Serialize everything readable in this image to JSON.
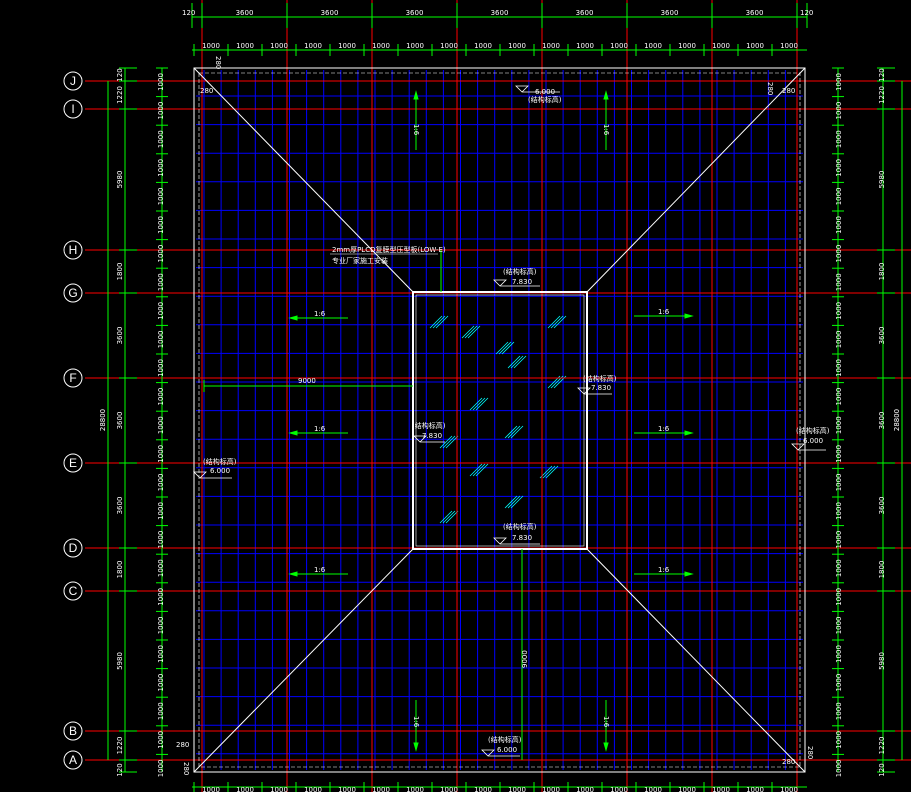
{
  "colors": {
    "background": "#000000",
    "grid_axis": "#ff0000",
    "purlin": "#0000ff",
    "dimension": "#00ff00",
    "outline": "#ffffff",
    "glass_hatch": "#00ffff"
  },
  "grid_rows": [
    {
      "label": "J"
    },
    {
      "label": "I"
    },
    {
      "label": "H"
    },
    {
      "label": "G"
    },
    {
      "label": "F"
    },
    {
      "label": "E"
    },
    {
      "label": "D"
    },
    {
      "label": "C"
    },
    {
      "label": "B"
    },
    {
      "label": "A"
    }
  ],
  "top_dims": {
    "edge": "120",
    "spans": [
      "3600",
      "3600",
      "3600",
      "3600",
      "3600",
      "3600",
      "3600"
    ],
    "sub": "1000"
  },
  "left_dims": {
    "edge": "120",
    "spans": [
      "1220",
      "5980",
      "1800",
      "3600",
      "3600",
      "3600",
      "1800",
      "5980",
      "1220"
    ],
    "total": "28800",
    "sub": "1000"
  },
  "right_dims": {
    "edge": "120",
    "spans": [
      "1220",
      "5980",
      "1800",
      "3600",
      "3600",
      "3600",
      "1800",
      "5980",
      "1220"
    ],
    "total": "28800",
    "sub": "1000"
  },
  "corner_offsets": {
    "tl": "280",
    "tr": "280",
    "bl": "280",
    "br": "280",
    "tl_v": "280",
    "tr_v": "280",
    "bl_v": "280",
    "br_v": "280"
  },
  "slopes": {
    "label": "1:6"
  },
  "elevations": {
    "tag": "(结构标高)",
    "top": "6.000",
    "bottom": "6.000",
    "left": "6.000",
    "right": "6.000",
    "skylight_top": "7.830",
    "skylight_bottom": "7.830",
    "skylight_left": "7.830",
    "skylight_right": "7.830"
  },
  "note": {
    "line1": "2mm厚PLCD复膜型压型板(LOW-E)",
    "line2": "专业厂家施工安装"
  },
  "dims_internal": {
    "horizontal": "9000",
    "vertical": "9000"
  }
}
